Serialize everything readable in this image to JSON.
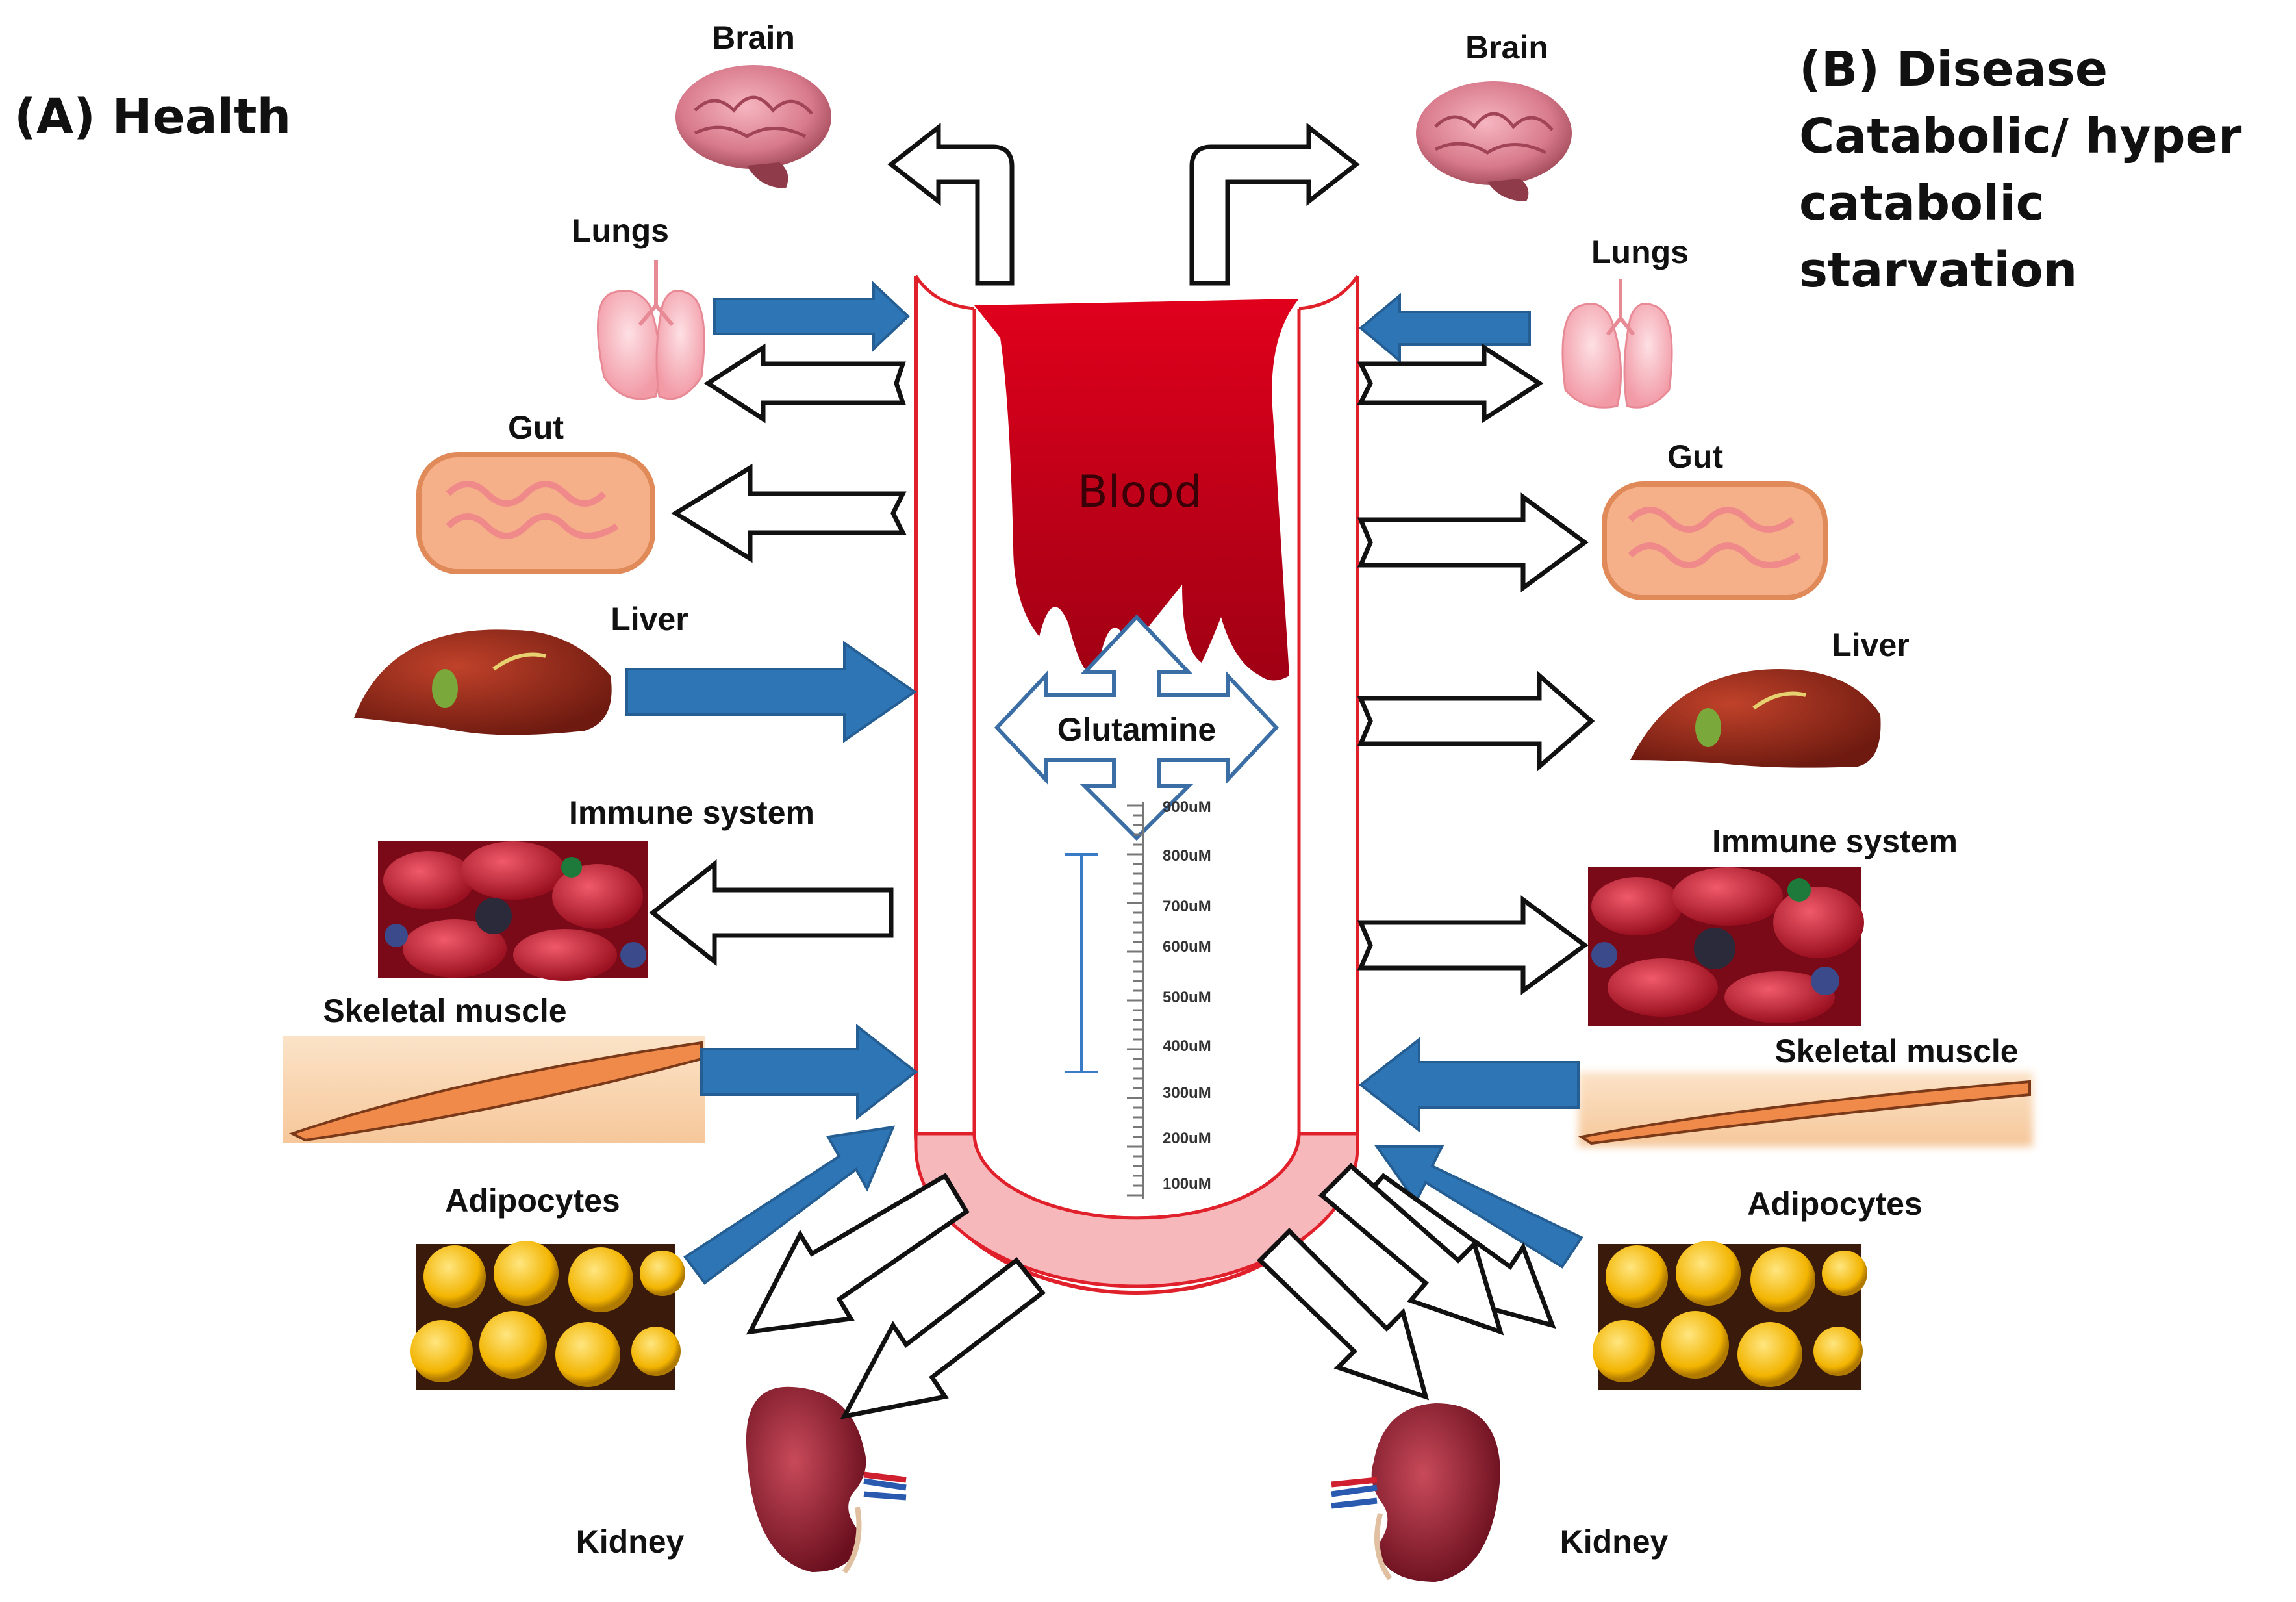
{
  "panels": {
    "health": {
      "title": "(A) Health"
    },
    "disease": {
      "title_lines": [
        "(B) Disease",
        "Catabolic/ hyper",
        "catabolic",
        "starvation"
      ]
    }
  },
  "center": {
    "blood_label": "Blood",
    "glutamine_label": "Glutamine",
    "scale_ticks": [
      "900uM",
      "800uM",
      "700uM",
      "600uM",
      "500uM",
      "400uM",
      "300uM",
      "200uM",
      "100uM"
    ]
  },
  "organs_left": {
    "brain": "Brain",
    "lungs": "Lungs",
    "gut": "Gut",
    "liver": "Liver",
    "immune": "Immune  system",
    "muscle": "Skeletal muscle",
    "adipocytes": "Adipocytes",
    "kidney": "Kidney"
  },
  "organs_right": {
    "brain": "Brain",
    "lungs": "Lungs",
    "gut": "Gut",
    "liver": "Liver",
    "immune": "Immune  system",
    "muscle": "Skeletal muscle",
    "adipocytes": "Adipocytes",
    "kidney": "Kidney"
  },
  "colors": {
    "blood": "#c8001a",
    "tube_outline": "#e0202a",
    "tube_base": "#f7b8bc",
    "release_arrow": "#2e75b6",
    "uptake_arrow": "#ffffff",
    "glutamine_arrow": "#3a6ea5",
    "range_bar": "#3a7bc8"
  },
  "legend_semantics": {
    "release_arrow_icon": "blue-filled-arrow",
    "uptake_arrow_icon": "white-outlined-arrow"
  }
}
